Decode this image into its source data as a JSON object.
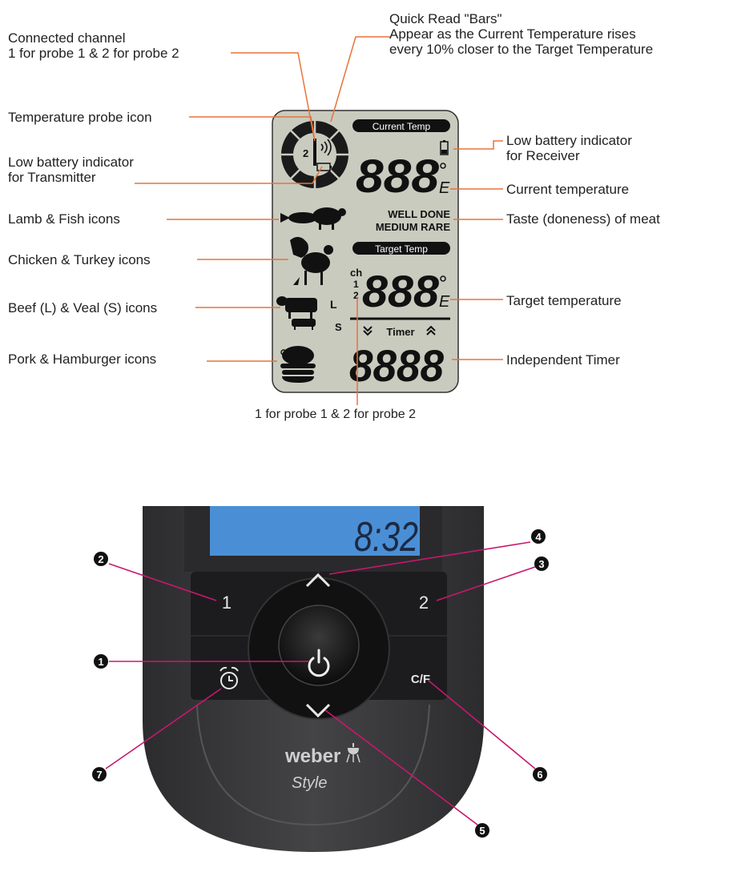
{
  "lcd_diagram": {
    "left_labels": {
      "connected_channel": "Connected channel\n1 for probe 1 & 2 for probe 2",
      "temperature_probe_icon": "Temperature probe icon",
      "low_battery_transmitter": "Low battery indicator\nfor Transmitter",
      "lamb_fish": "Lamb & Fish icons",
      "chicken_turkey": "Chicken & Turkey icons",
      "beef_veal": "Beef (L) & Veal (S) icons",
      "pork_hamburger": "Pork & Hamburger icons"
    },
    "top_label": "Quick Read \"Bars\"\nAppear as the Current Temperature rises\nevery 10% closer to the Target Temperature",
    "right_labels": {
      "low_battery_receiver": "Low battery indicator\nfor Receiver",
      "current_temperature": "Current temperature",
      "taste": "Taste (doneness) of meat",
      "target_temperature": "Target temperature",
      "timer": "Independent Timer"
    },
    "bottom_label": "1 for probe 1 & 2 for probe 2",
    "display": {
      "current_temp_header": "Current Temp",
      "current_digits": "888",
      "unit_glyph": "E",
      "doneness_line1": "WELL  DONE",
      "doneness_line2": "MEDIUM RARE",
      "target_temp_header": "Target Temp",
      "channel_ch": "ch",
      "channel_1": "1",
      "channel_2": "2",
      "target_digits": "888",
      "timer_header": "Timer",
      "timer_digits": "8888",
      "beef_size_l": "L",
      "veal_size_s": "S",
      "probe_number": "2"
    }
  },
  "device": {
    "screen_time": "8:32",
    "button_1": "1",
    "button_2": "2",
    "button_cf": "C/F",
    "brand": "weber",
    "brand_script": "Style"
  },
  "callouts": [
    "1",
    "2",
    "3",
    "4",
    "5",
    "6",
    "7"
  ],
  "colors": {
    "leader_orange": "#e8733a",
    "leader_magenta": "#c8186e",
    "lcd_bg": "#c9cbbf",
    "device_body": "#3a3a3c",
    "screen_blue": "#4a8fd6"
  }
}
